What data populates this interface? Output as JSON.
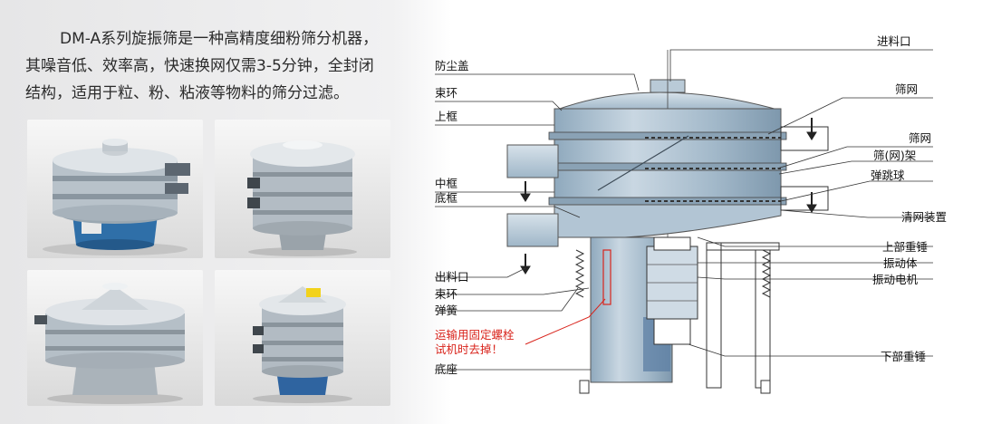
{
  "intro": {
    "line1": "DM-A系列旋振筛是一种高精度细粉筛分机器，",
    "line2": "其噪音低、效率高，快速换网仅需3-5分钟，全封闭",
    "line3": "结构，适用于粒、粉、粘液等物料的筛分过滤。"
  },
  "photos": [
    {
      "name": "photo-sieve-blue-base"
    },
    {
      "name": "photo-sieve-three-layer"
    },
    {
      "name": "photo-sieve-wide-deck"
    },
    {
      "name": "photo-sieve-small"
    }
  ],
  "labels": {
    "feed_inlet": "进料口",
    "dust_cover": "防尘盖",
    "clamp_ring_top": "束环",
    "upper_frame": "上框",
    "screen_mesh_1": "筛网",
    "screen_mesh_2": "筛网",
    "screen_frame": "筛(网)架",
    "bounce_ball": "弹跳球",
    "middle_frame": "中框",
    "bottom_frame": "底框",
    "mesh_cleaner": "清网装置",
    "upper_weight": "上部重锤",
    "vibration_body": "振动体",
    "discharge_outlet": "出料口",
    "vibration_motor": "振动电机",
    "clamp_ring_bottom": "束环",
    "spring": "弹簧",
    "transport_note_line1": "运输用固定螺栓",
    "transport_note_line2": "试机时去掉！",
    "lower_weight": "下部重锤",
    "base": "底座"
  },
  "colors": {
    "steel": "#a9bfd0",
    "steel_dark": "#7f98ad",
    "motor": "#c9d6e1",
    "note_red": "#d9251d",
    "leader": "#333333"
  }
}
